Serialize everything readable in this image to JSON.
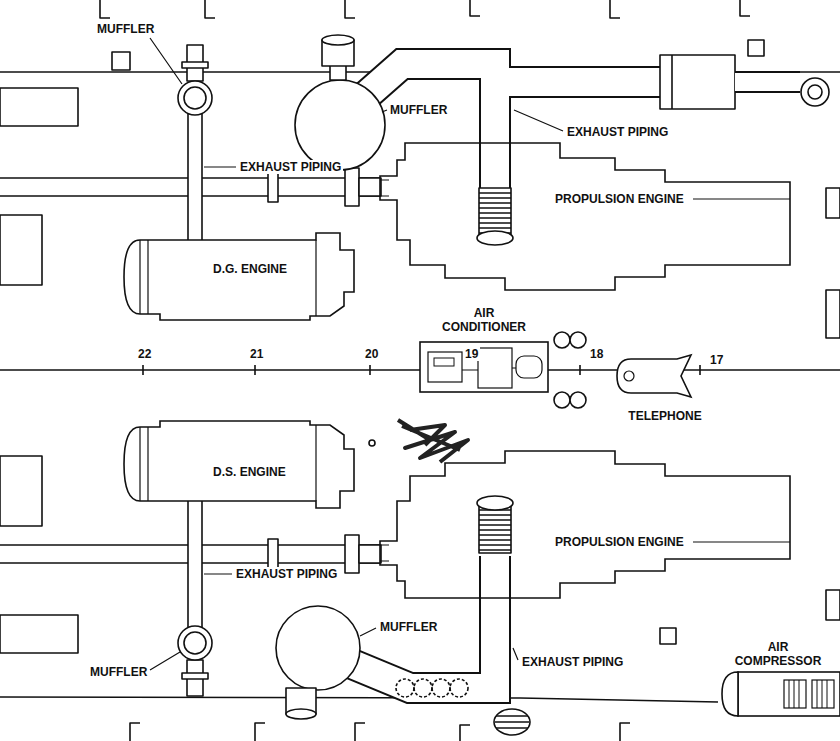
{
  "diagram": {
    "nodes": [
      {
        "text": [
          "PROPULSION ENGINE"
        ]
      },
      {
        "text": [
          "D.G. ENGINE"
        ]
      },
      {
        "text": [
          "AIR CONDITIONER"
        ]
      },
      {
        "text": [
          "TELEPHONE"
        ]
      },
      {
        "text": [
          "D.S. ENGINE"
        ]
      },
      {
        "text": [
          "PROPULSION ENGINE"
        ]
      },
      {
        "text": [
          "AIR COMPRESSOR"
        ]
      }
    ],
    "labels": [
      "MUFFLER",
      "MUFFLER",
      "EXHAUST PIPING",
      "EXHAUST PIPING",
      "22",
      "21",
      "20",
      "19",
      "18",
      "17",
      "EXHAUST PIPING",
      "MUFFLER",
      "EXHAUST PIPING",
      "MUFFLER"
    ]
  }
}
